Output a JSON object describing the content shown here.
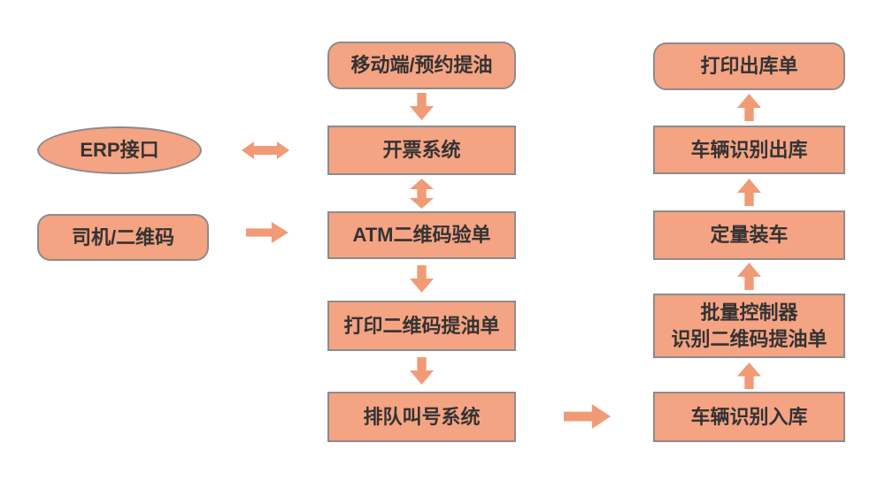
{
  "colors": {
    "node_fill": "#F4A383",
    "node_border": "#8C8C8C",
    "arrow": "#F19B76",
    "text": "#333333",
    "background": "#FFFFFF"
  },
  "nodes": {
    "erp": {
      "label": "ERP接口",
      "shape": "ellipse"
    },
    "driver": {
      "label": "司机/二维码",
      "shape": "rounded"
    },
    "mobile": {
      "label": "移动端/预约提油",
      "shape": "rounded"
    },
    "billing": {
      "label": "开票系统",
      "shape": "rect"
    },
    "atm": {
      "label": "ATM二维码验单",
      "shape": "rect"
    },
    "print_ticket": {
      "label": "打印二维码提油单",
      "shape": "rect"
    },
    "queue": {
      "label": "排队叫号系统",
      "shape": "rect"
    },
    "print_outbound": {
      "label": "打印出库单",
      "shape": "rounded"
    },
    "vehicle_exit": {
      "label": "车辆识别出库",
      "shape": "rect"
    },
    "loading": {
      "label": "定量装车",
      "shape": "rect"
    },
    "batch": {
      "label": "批量控制器\n识别二维码提油单",
      "shape": "rect"
    },
    "vehicle_entry": {
      "label": "车辆识别入库",
      "shape": "rect"
    }
  },
  "edges": [
    {
      "from": "mobile",
      "to": "billing",
      "direction": "down",
      "bidirectional": false
    },
    {
      "from": "erp",
      "to": "billing",
      "direction": "right",
      "bidirectional": true
    },
    {
      "from": "billing",
      "to": "atm",
      "direction": "down",
      "bidirectional": true
    },
    {
      "from": "driver",
      "to": "atm",
      "direction": "right",
      "bidirectional": false
    },
    {
      "from": "atm",
      "to": "print_ticket",
      "direction": "down",
      "bidirectional": false
    },
    {
      "from": "print_ticket",
      "to": "queue",
      "direction": "down",
      "bidirectional": false
    },
    {
      "from": "queue",
      "to": "vehicle_entry",
      "direction": "right",
      "bidirectional": false
    },
    {
      "from": "vehicle_entry",
      "to": "batch",
      "direction": "up",
      "bidirectional": false
    },
    {
      "from": "batch",
      "to": "loading",
      "direction": "up",
      "bidirectional": false
    },
    {
      "from": "loading",
      "to": "vehicle_exit",
      "direction": "up",
      "bidirectional": false
    },
    {
      "from": "vehicle_exit",
      "to": "print_outbound",
      "direction": "up",
      "bidirectional": false
    }
  ]
}
